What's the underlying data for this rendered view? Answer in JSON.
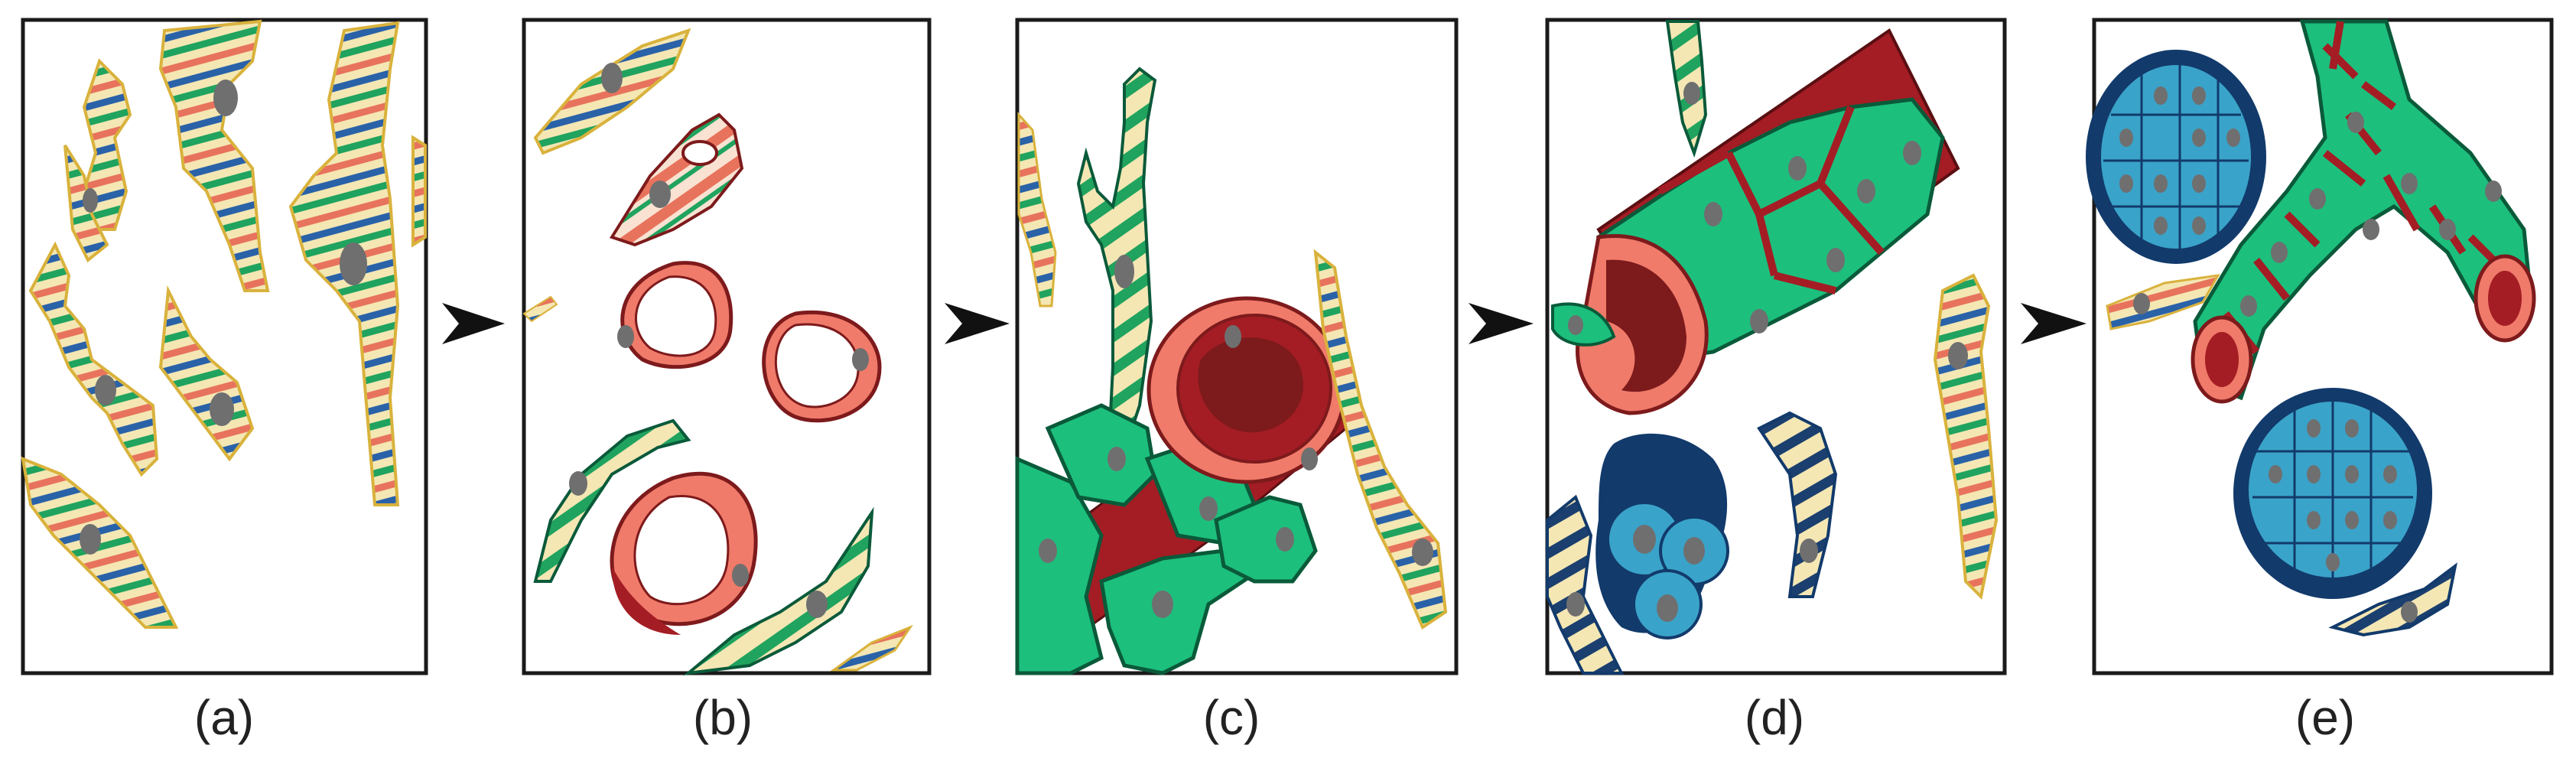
{
  "colors": {
    "stripe_beige": "#f4e7b4",
    "stripe_green": "#20a35e",
    "stripe_blue": "#2a62a8",
    "stripe_red": "#e8735c",
    "cell_outline_yellow": "#d9b23c",
    "endothelial_fill": "#f07b6a",
    "endothelial_dark": "#7d1a1c",
    "lumen_dark": "#a41d24",
    "pericyte_green": "#1dbf7d",
    "pericyte_outline": "#0a5a3a",
    "nucleus_gray": "#6f6f6f",
    "tumor_cell_blue": "#3aa3c9",
    "tumor_capsule_navy": "#123a6b",
    "frame": "#1a1a1a",
    "arrow": "#111111"
  },
  "panels": [
    {
      "label": "(a)"
    },
    {
      "label": "(b)"
    },
    {
      "label": "(c)"
    },
    {
      "label": "(d)"
    },
    {
      "label": "(e)"
    }
  ],
  "icons": {
    "arrow": "right-arrowhead-icon"
  }
}
